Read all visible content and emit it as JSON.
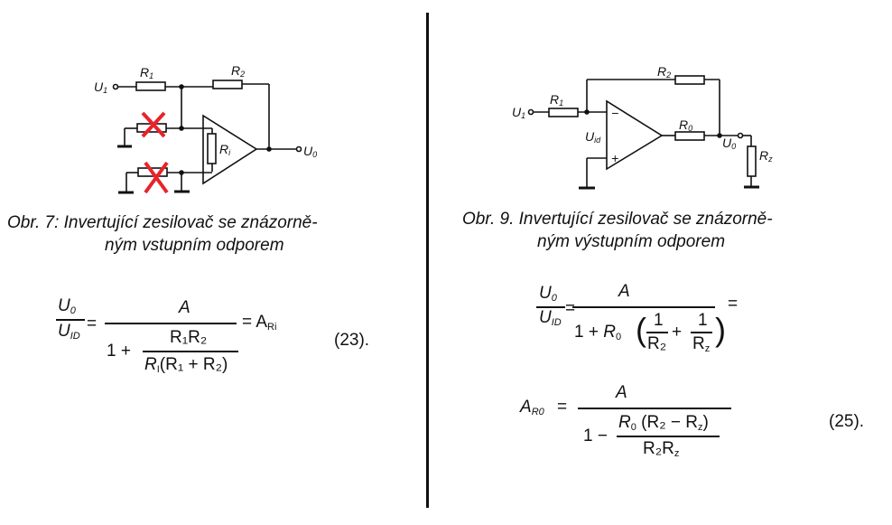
{
  "fig7": {
    "caption_line1": "Obr. 7: Invertující zesilovač se znázorně-",
    "caption_line2": "ným vstupním odporem",
    "labels": {
      "u1": "U",
      "u1_sub": "1",
      "r1": "R",
      "r1_sub": "1",
      "r2": "R",
      "r2_sub": "2",
      "ri": "R",
      "ri_sub": "i",
      "u0": "U",
      "u0_sub": "0"
    },
    "strike_color": "#e8232a"
  },
  "fig9": {
    "caption_line1": "Obr. 9. Invertující zesilovač se znázorně-",
    "caption_line2": "ným výstupním odporem",
    "labels": {
      "u1": "U",
      "u1_sub": "1",
      "r1": "R",
      "r1_sub": "1",
      "r2": "R",
      "r2_sub": "2",
      "r0": "R",
      "r0_sub": "0",
      "uid": "U",
      "uid_sub": "id",
      "u0": "U",
      "u0_sub": "0",
      "rz": "R",
      "rz_sub": "z",
      "minus": "−",
      "plus": "+"
    }
  },
  "eq23": {
    "lhs_num": "U",
    "lhs_num_sub": "0",
    "lhs_den": "U",
    "lhs_den_sub": "ID",
    "eq": "=",
    "num": "A",
    "den_one": "1 +",
    "inner_num": "R₁R₂",
    "inner_den_r": "R",
    "inner_den_sub": "I",
    "inner_den_rest": "(R₁ + R₂)",
    "rhs": "= A",
    "rhs_sub": "Ri",
    "number": "(23)."
  },
  "eq24": {
    "lhs_num": "U",
    "lhs_num_sub": "0",
    "lhs_den": "U",
    "lhs_den_sub": "ID",
    "eq": "=",
    "num": "A",
    "den_prefix": "1 + ",
    "den_r": "R",
    "den_r_sub": "0",
    "frac1_num": "1",
    "frac1_den": "R₂",
    "plus": "+",
    "frac2_num": "1",
    "frac2_den": "R",
    "frac2_den_sub": "z",
    "trailing_eq": "="
  },
  "eq25": {
    "lhs": "A",
    "lhs_sub": "R0",
    "eq": "=",
    "num": "A",
    "den_one": "1 −",
    "inner_num_r": "R",
    "inner_num_sub": "0",
    "inner_num_rest": "(R₂ − R",
    "inner_num_sub2": "z",
    "inner_num_close": ")",
    "inner_den": "R₂R",
    "inner_den_sub": "z",
    "number": "(25)."
  }
}
